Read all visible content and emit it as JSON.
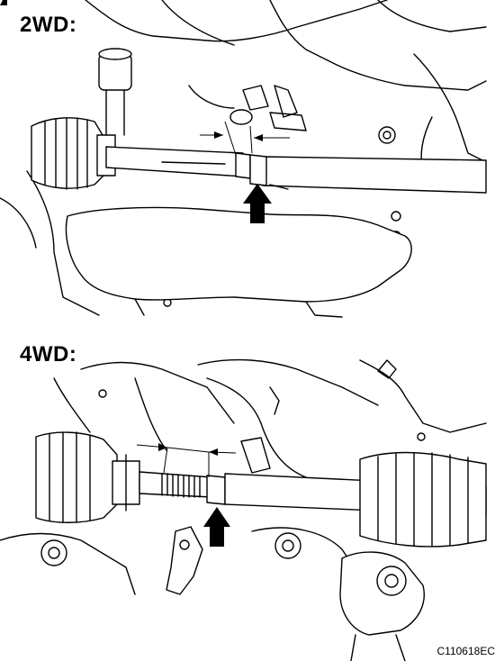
{
  "panels": {
    "top": {
      "label": "2WD:"
    },
    "bottom": {
      "label": "4WD:"
    }
  },
  "figure_code": "C110618EC"
}
